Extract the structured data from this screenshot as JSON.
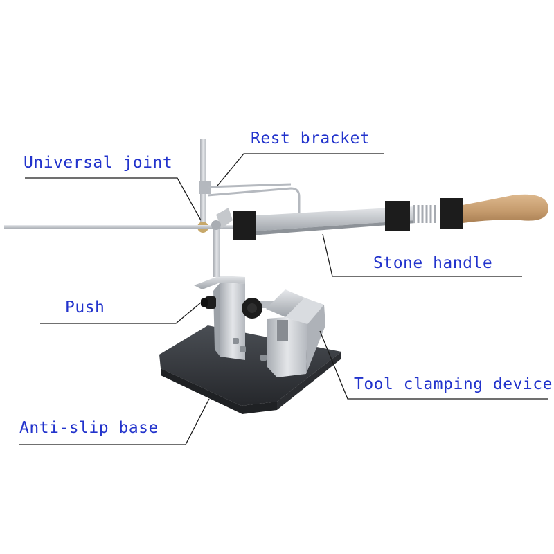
{
  "colors": {
    "label_text": "#2233cc",
    "leader_line": "#1a1a1a",
    "background": "#ffffff",
    "base_plate": "#3a3d42",
    "metal": "#c9ccd1",
    "wood_handle": "#c9a074",
    "black_parts": "#1c1c1c"
  },
  "labels": {
    "rest_bracket": "Rest bracket",
    "universal_joint": "Universal joint",
    "stone_handle": "Stone handle",
    "push": "Push",
    "tool_clamping_device": "Tool clamping device",
    "anti_slip_base": "Anti-slip base"
  },
  "icons": {
    "product": "knife-sharpener-photo"
  }
}
